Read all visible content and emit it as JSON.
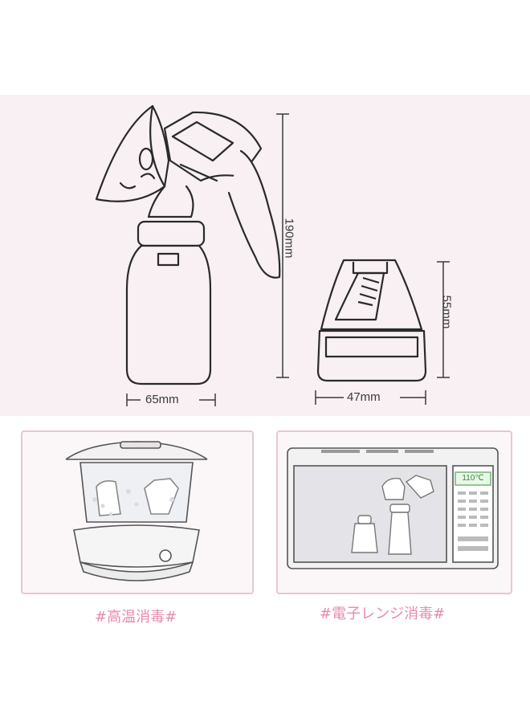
{
  "dimensions": {
    "pump_height": "190mm",
    "pump_width": "65mm",
    "base_height": "55mm",
    "base_width": "47mm"
  },
  "microwave": {
    "display": "110℃"
  },
  "captions": {
    "steam": "#高温消毒#",
    "microwave": "#電子レンジ消毒#"
  },
  "colors": {
    "panel_bg": "#f8f0f3",
    "caption": "#e58bb0",
    "card_border": "#e7c7d2",
    "line_art": "#2a2a2a"
  }
}
